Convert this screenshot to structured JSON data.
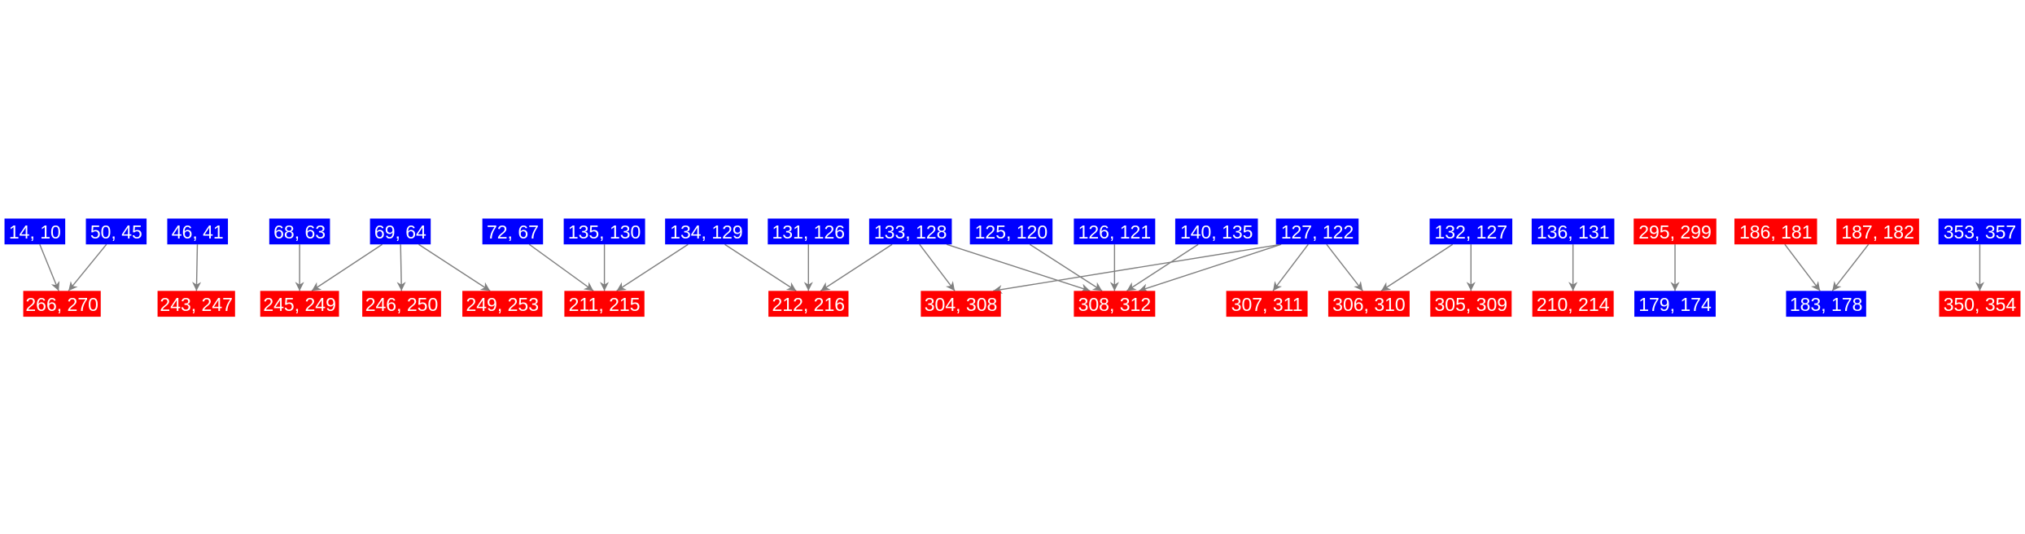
{
  "colors": {
    "blue": "#0000ff",
    "red": "#ff0000",
    "edge": "#808080"
  },
  "nodes": [
    {
      "id": "t1",
      "label": "14, 10",
      "color": "blue"
    },
    {
      "id": "t2",
      "label": "50, 45",
      "color": "blue"
    },
    {
      "id": "t3",
      "label": "46, 41",
      "color": "blue"
    },
    {
      "id": "t4",
      "label": "68, 63",
      "color": "blue"
    },
    {
      "id": "t5",
      "label": "69, 64",
      "color": "blue"
    },
    {
      "id": "t6",
      "label": "72, 67",
      "color": "blue"
    },
    {
      "id": "t7",
      "label": "135, 130",
      "color": "blue"
    },
    {
      "id": "t8",
      "label": "134, 129",
      "color": "blue"
    },
    {
      "id": "t9",
      "label": "131, 126",
      "color": "blue"
    },
    {
      "id": "t10",
      "label": "133, 128",
      "color": "blue"
    },
    {
      "id": "t11",
      "label": "125, 120",
      "color": "blue"
    },
    {
      "id": "t12",
      "label": "126, 121",
      "color": "blue"
    },
    {
      "id": "t13",
      "label": "140, 135",
      "color": "blue"
    },
    {
      "id": "t14",
      "label": "127, 122",
      "color": "blue"
    },
    {
      "id": "t15",
      "label": "132, 127",
      "color": "blue"
    },
    {
      "id": "t16",
      "label": "136, 131",
      "color": "blue"
    },
    {
      "id": "t17",
      "label": "295, 299",
      "color": "red"
    },
    {
      "id": "t18",
      "label": "186, 181",
      "color": "red"
    },
    {
      "id": "t19",
      "label": "187, 182",
      "color": "red"
    },
    {
      "id": "t20",
      "label": "353, 357",
      "color": "blue"
    },
    {
      "id": "b1",
      "label": "266, 270",
      "color": "red"
    },
    {
      "id": "b2",
      "label": "243, 247",
      "color": "red"
    },
    {
      "id": "b3",
      "label": "245, 249",
      "color": "red"
    },
    {
      "id": "b4",
      "label": "246, 250",
      "color": "red"
    },
    {
      "id": "b5",
      "label": "249, 253",
      "color": "red"
    },
    {
      "id": "b6",
      "label": "211, 215",
      "color": "red"
    },
    {
      "id": "b7",
      "label": "212, 216",
      "color": "red"
    },
    {
      "id": "b8",
      "label": "304, 308",
      "color": "red"
    },
    {
      "id": "b9",
      "label": "308, 312",
      "color": "red"
    },
    {
      "id": "b10",
      "label": "307, 311",
      "color": "red"
    },
    {
      "id": "b11",
      "label": "306, 310",
      "color": "red"
    },
    {
      "id": "b12",
      "label": "305, 309",
      "color": "red"
    },
    {
      "id": "b13",
      "label": "210, 214",
      "color": "red"
    },
    {
      "id": "b14",
      "label": "179, 174",
      "color": "blue"
    },
    {
      "id": "b15",
      "label": "183, 178",
      "color": "blue"
    },
    {
      "id": "b16",
      "label": "350, 354",
      "color": "red"
    }
  ],
  "edges": [
    [
      "t1",
      "b1"
    ],
    [
      "t2",
      "b1"
    ],
    [
      "t3",
      "b2"
    ],
    [
      "t4",
      "b3"
    ],
    [
      "t5",
      "b3"
    ],
    [
      "t5",
      "b4"
    ],
    [
      "t5",
      "b5"
    ],
    [
      "t6",
      "b6"
    ],
    [
      "t7",
      "b6"
    ],
    [
      "t8",
      "b6"
    ],
    [
      "t8",
      "b7"
    ],
    [
      "t9",
      "b7"
    ],
    [
      "t10",
      "b7"
    ],
    [
      "t10",
      "b8"
    ],
    [
      "t10",
      "b9"
    ],
    [
      "t11",
      "b9"
    ],
    [
      "t12",
      "b9"
    ],
    [
      "t13",
      "b9"
    ],
    [
      "t14",
      "b8"
    ],
    [
      "t14",
      "b9"
    ],
    [
      "t14",
      "b10"
    ],
    [
      "t14",
      "b11"
    ],
    [
      "t15",
      "b11"
    ],
    [
      "t15",
      "b12"
    ],
    [
      "t16",
      "b13"
    ],
    [
      "t17",
      "b14"
    ],
    [
      "t18",
      "b15"
    ],
    [
      "t19",
      "b15"
    ],
    [
      "t20",
      "b16"
    ]
  ]
}
